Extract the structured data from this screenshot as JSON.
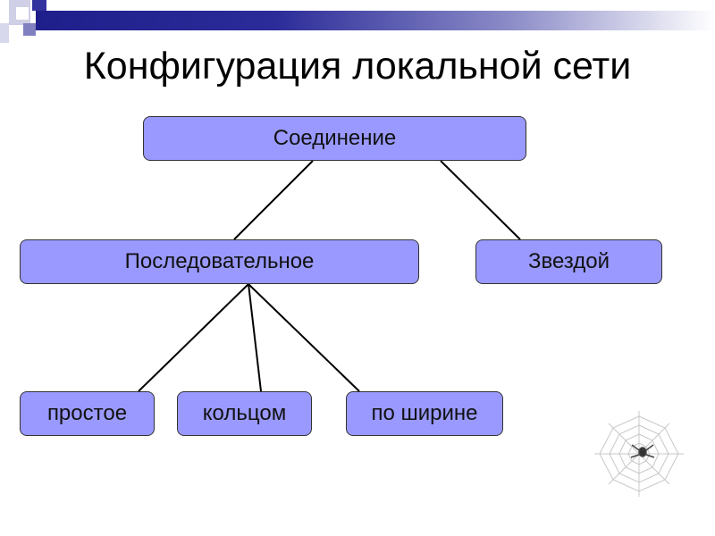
{
  "slide": {
    "title": "Конфигурация локальной сети"
  },
  "diagram": {
    "root": "Соединение",
    "level2": [
      "Последовательное",
      "Звездой"
    ],
    "level3": [
      "простое",
      "кольцом",
      "по ширине"
    ]
  },
  "colors": {
    "box_fill": "#9999ff",
    "bar_dark": "#1f1f8c",
    "square_accent": "#3333a0"
  },
  "icons": [
    "spider-web-icon"
  ]
}
